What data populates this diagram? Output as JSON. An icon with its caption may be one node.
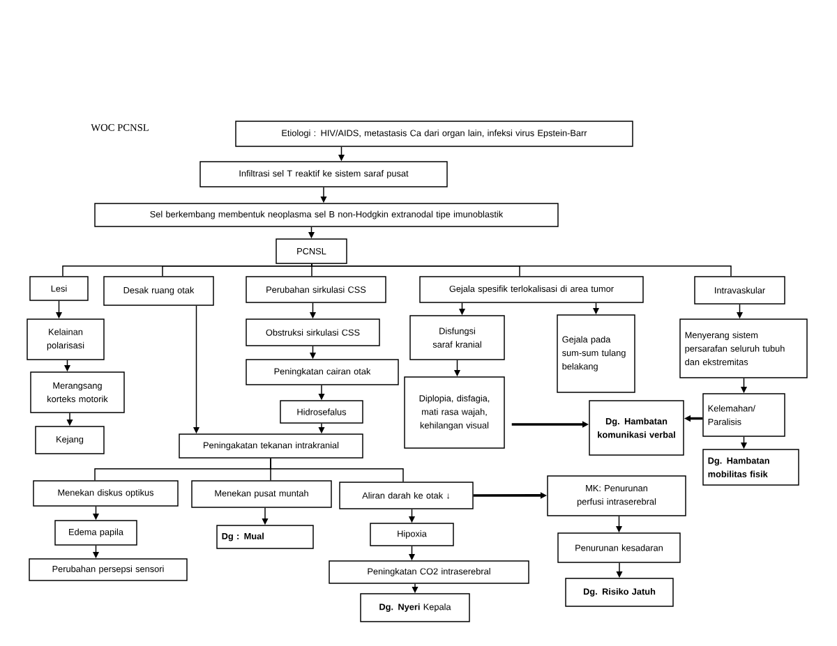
{
  "diagram": {
    "nodes": [
      {
        "text": [
          "Etiologi : HIV/AIDS, metastasis Ca dari organ lain, infeksi virus Epstein-Barr"
        ]
      },
      {
        "text": [
          "Infiltrasi sel T reaktif ke sistem saraf pusat"
        ]
      },
      {
        "text": [
          "Sel berkembang membentuk neoplasma sel B non-Hodgkin extranodal tipe imunoblastik"
        ]
      },
      {
        "text": [
          "PCNSL"
        ]
      },
      {
        "text": [
          "Lesi"
        ]
      },
      {
        "text": [
          "Desak ruang otak"
        ]
      },
      {
        "text": [
          "Perubahan sirkulasi CSS"
        ]
      },
      {
        "text": [
          "Gejala spesifik terlokalisasi di area tumor"
        ]
      },
      {
        "text": [
          "Intravaskular"
        ]
      },
      {
        "text": [
          "Kelainan polarisasi"
        ]
      },
      {
        "text": [
          "Merangsang korteks motorik"
        ]
      },
      {
        "text": [
          "Kejang"
        ]
      },
      {
        "text": [
          "Obstruksi sirkulasi CSS"
        ]
      },
      {
        "text": [
          "Peningkatan cairan otak"
        ]
      },
      {
        "text": [
          "Hidrosefalus"
        ]
      },
      {
        "text": [
          "Peningakatan tekanan intrakranial"
        ]
      },
      {
        "text": [
          "Disfungsi saraf kranial"
        ]
      },
      {
        "text": [
          "Gejala pada sum-sum tulang belakang"
        ]
      },
      {
        "text": [
          "Menyerang sistem persarafan seluruh tubuh dan ekstremitas"
        ]
      },
      {
        "text": [
          "Diplopia, disfagia, mati rasa wajah, kehilangan visual"
        ]
      },
      {
        "text": [
          "Dg. Hambatan komunikasi verbal"
        ]
      },
      {
        "text": [
          "Kelemahan/ Paralisis"
        ]
      },
      {
        "text": [
          "Dg. Hambatan mobilitas fisik"
        ]
      },
      {
        "text": [
          "Menekan diskus optikus"
        ]
      },
      {
        "text": [
          "Menekan pusat muntah"
        ]
      },
      {
        "text": [
          "Aliran darah ke otak ↓"
        ]
      },
      {
        "text": [
          "MK: Penurunan perfusi intraserebral"
        ]
      },
      {
        "text": [
          "Edema papila"
        ]
      },
      {
        "text": [
          "Dg : Mual"
        ]
      },
      {
        "text": [
          "Hipoxia"
        ]
      },
      {
        "text": [
          "Penurunan kesadaran"
        ]
      },
      {
        "text": [
          "Perubahan persepsi sensori"
        ]
      },
      {
        "text": [
          "Peningkatan CO2 intraserebral"
        ]
      },
      {
        "text": [
          "**Dg. Nyeri** Kepala"
        ]
      },
      {
        "text": [
          "Dg. Risiko Jatuh"
        ]
      }
    ],
    "edges": [
      {
        "from": 0,
        "to": 1,
        "arrow": "to"
      },
      {
        "from": 1,
        "to": 2,
        "arrow": "to"
      },
      {
        "from": 2,
        "to": 3,
        "arrow": "to"
      },
      {
        "from": 3,
        "to": 4,
        "arrow": "none"
      },
      {
        "from": 3,
        "to": 5,
        "arrow": "none"
      },
      {
        "from": 3,
        "to": 6,
        "arrow": "none"
      },
      {
        "from": 3,
        "to": 7,
        "arrow": "none"
      },
      {
        "from": 3,
        "to": 8,
        "arrow": "none"
      },
      {
        "from": 4,
        "to": 9,
        "arrow": "to"
      },
      {
        "from": 9,
        "to": 10,
        "arrow": "to"
      },
      {
        "from": 10,
        "to": 11,
        "arrow": "to"
      },
      {
        "from": 5,
        "to": 15,
        "arrow": "to"
      },
      {
        "from": 6,
        "to": 12,
        "arrow": "to"
      },
      {
        "from": 12,
        "to": 13,
        "arrow": "to"
      },
      {
        "from": 13,
        "to": 14,
        "arrow": "to"
      },
      {
        "from": 14,
        "to": 15,
        "arrow": "to"
      },
      {
        "from": 7,
        "to": 16,
        "arrow": "to"
      },
      {
        "from": 7,
        "to": 17,
        "arrow": "to"
      },
      {
        "from": 16,
        "to": 19,
        "arrow": "to"
      },
      {
        "from": 8,
        "to": 18,
        "arrow": "to"
      },
      {
        "from": 18,
        "to": 21,
        "arrow": "to"
      },
      {
        "from": 21,
        "to": 20,
        "arrow": "to",
        "style": "thick"
      },
      {
        "from": 21,
        "to": 22,
        "arrow": "to"
      },
      {
        "from": 19,
        "to": 20,
        "arrow": "to",
        "style": "thick"
      },
      {
        "from": 15,
        "to": 23,
        "arrow": "none"
      },
      {
        "from": 15,
        "to": 24,
        "arrow": "none"
      },
      {
        "from": 15,
        "to": 25,
        "arrow": "none"
      },
      {
        "from": 23,
        "to": 27,
        "arrow": "to"
      },
      {
        "from": 27,
        "to": 31,
        "arrow": "to"
      },
      {
        "from": 24,
        "to": 28,
        "arrow": "to"
      },
      {
        "from": 25,
        "to": 29,
        "arrow": "to"
      },
      {
        "from": 29,
        "to": 32,
        "arrow": "to"
      },
      {
        "from": 32,
        "to": 33,
        "arrow": "to"
      },
      {
        "from": 25,
        "to": 26,
        "arrow": "to",
        "style": "thick"
      },
      {
        "from": 26,
        "to": 30,
        "arrow": "to"
      },
      {
        "from": 30,
        "to": 34,
        "arrow": "to"
      }
    ],
    "labels": [
      "WOC PCNSL"
    ]
  }
}
